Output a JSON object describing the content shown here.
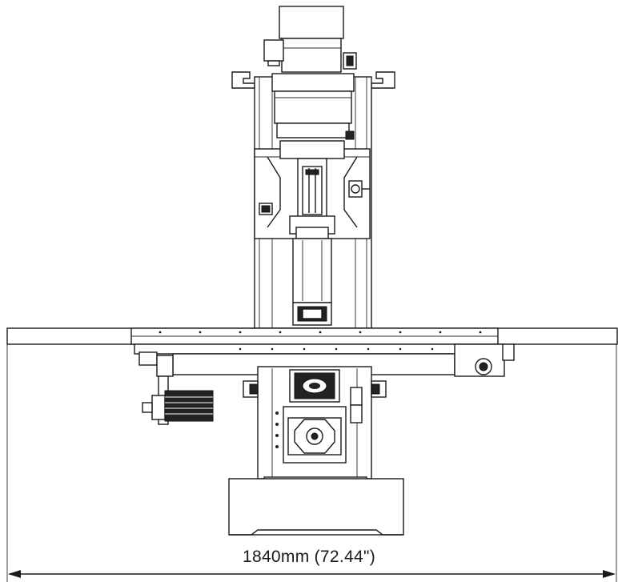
{
  "drawing": {
    "view": "front-elevation",
    "subject": "milling-machine",
    "line_color": "#1a1a1a",
    "background": "#ffffff"
  },
  "dimension": {
    "label": "1840mm (72.44\")"
  }
}
